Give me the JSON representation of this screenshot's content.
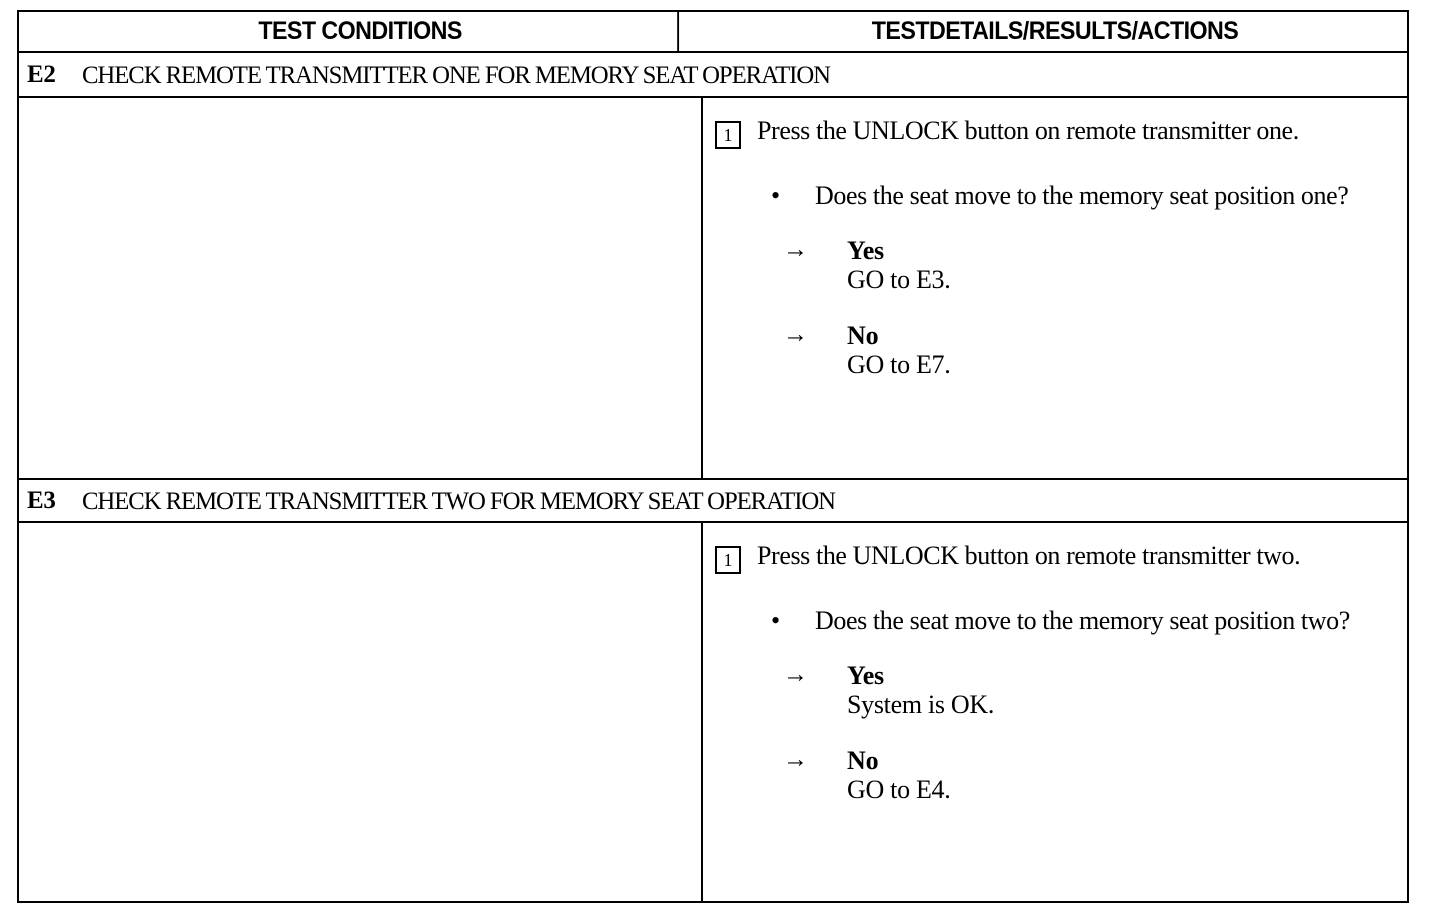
{
  "table": {
    "headers": {
      "left": "TEST CONDITIONS",
      "right": "TESTDETAILS/RESULTS/ACTIONS"
    },
    "sections": [
      {
        "code": "E2",
        "title": "CHECK REMOTE TRANSMITTER ONE FOR MEMORY SEAT OPERATION",
        "step": {
          "number": "1",
          "text": "Press the UNLOCK button on remote transmitter one."
        },
        "bullet": {
          "marker": "•",
          "text": "Does the seat move to the memory seat position one?"
        },
        "answers": [
          {
            "arrow": "→",
            "label": "Yes",
            "action": "GO to E3."
          },
          {
            "arrow": "→",
            "label": "No",
            "action": "GO to E7."
          }
        ]
      },
      {
        "code": "E3",
        "title": "CHECK REMOTE TRANSMITTER TWO FOR MEMORY SEAT OPERATION",
        "step": {
          "number": "1",
          "text": "Press the UNLOCK button on remote transmitter two."
        },
        "bullet": {
          "marker": "•",
          "text": "Does the seat move to the memory seat position two?"
        },
        "answers": [
          {
            "arrow": "→",
            "label": "Yes",
            "action": "System is OK."
          },
          {
            "arrow": "→",
            "label": "No",
            "action": "GO to E4."
          }
        ]
      }
    ]
  }
}
